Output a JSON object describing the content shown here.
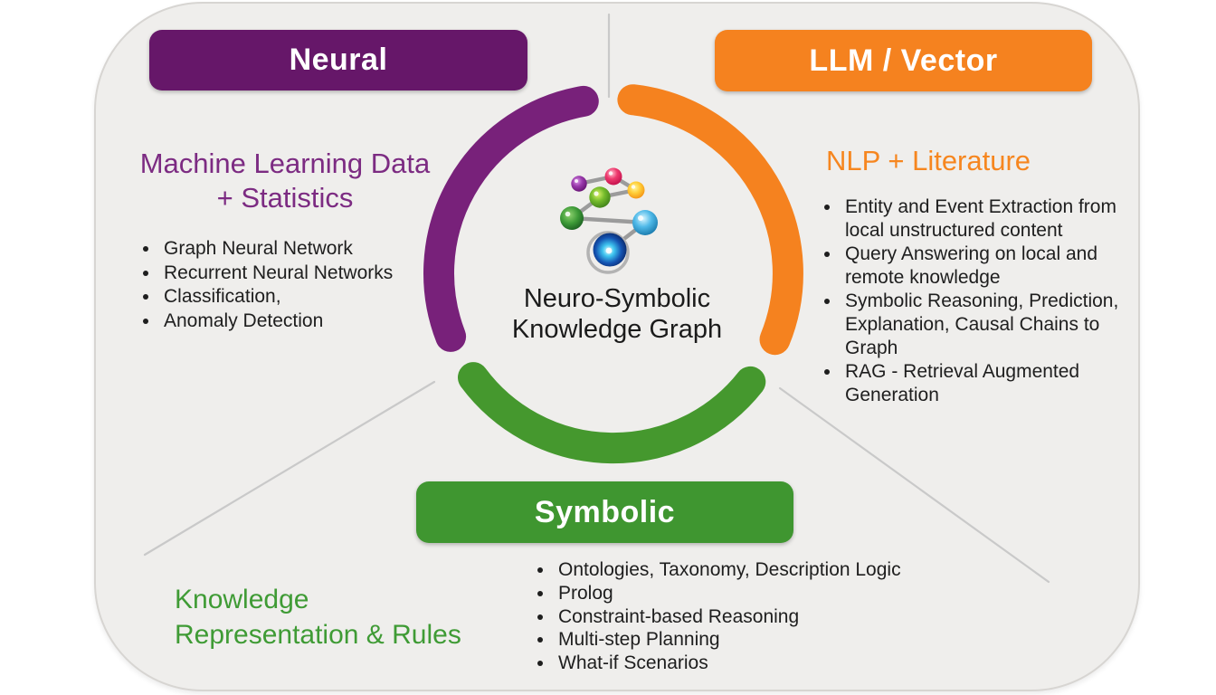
{
  "diagram": {
    "center": {
      "icon": "knowledge-graph-molecule-icon",
      "label_lines": [
        "Neuro-Symbolic",
        "Knowledge Graph"
      ]
    },
    "sections": {
      "neural": {
        "banner_label": "Neural",
        "heading_lines": [
          "Machine Learning Data",
          "+ Statistics"
        ],
        "bullets": [
          "Graph Neural Network",
          "Recurrent Neural Networks",
          "Classification,",
          "Anomaly Detection"
        ]
      },
      "llm_vector": {
        "banner_label": "LLM / Vector",
        "heading_lines": [
          "NLP + Literature"
        ],
        "bullets": [
          "Entity and Event Extraction from local unstructured content",
          "Query Answering  on local and remote knowledge",
          "Symbolic Reasoning, Prediction, Explanation, Causal Chains to Graph",
          "RAG - Retrieval Augmented Generation"
        ]
      },
      "symbolic": {
        "banner_label": "Symbolic",
        "heading_lines": [
          "Knowledge",
          "Representation & Rules"
        ],
        "bullets": [
          "Ontologies, Taxonomy, Description Logic",
          "Prolog",
          "Constraint-based Reasoning",
          "Multi-step Planning",
          "What-if Scenarios"
        ]
      }
    },
    "colors": {
      "purple_banner": "#661769",
      "purple_arc": "#78217a",
      "purple_text": "#7c2b82",
      "orange": "#f5821f",
      "green_banner": "#3f9630",
      "green_arc": "#45982e",
      "green_text": "#3f9b35",
      "body_text": "#1e1e1e",
      "card_bg": "#efeeec",
      "divider": "#c9c9c9"
    }
  }
}
